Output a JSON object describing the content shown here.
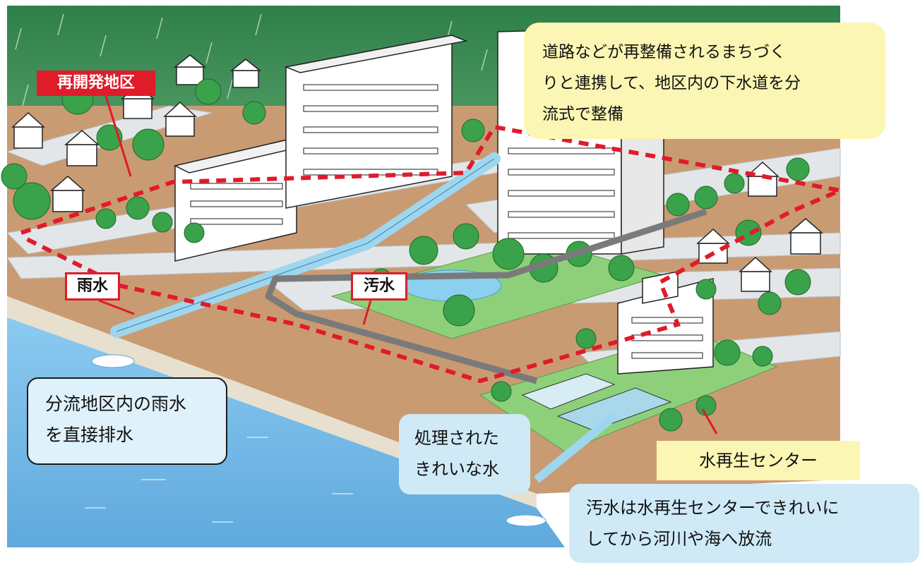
{
  "labels": {
    "redevelopment": "再開発地区",
    "rainwater": "雨水",
    "sewage": "汚水",
    "water_center": "水再生センター"
  },
  "callouts": {
    "top": [
      "道路などが再整備されるまちづく",
      "りと連携して、地区内の下水道を分",
      "流式で整備"
    ],
    "left": [
      "分流地区内の雨水",
      "を直接排水"
    ],
    "mid": [
      "処理された",
      "きれいな水"
    ],
    "bottom": [
      "汚水は水再生センターできれいに",
      "してから河川や海へ放流"
    ]
  },
  "colors": {
    "sky": "#3d8f55",
    "ground": "#c99b73",
    "road": "#e3e6e8",
    "grass": "#8ed07a",
    "tree": "#3aa24a",
    "water": "#6fb6e2",
    "boundary": "#e01b2a",
    "rain_pipe": "#9fd6ef",
    "sewage_pipe": "#7a7a7a",
    "callout_yellow": "#fbf6b4",
    "callout_blue": "#cfe9f7"
  }
}
